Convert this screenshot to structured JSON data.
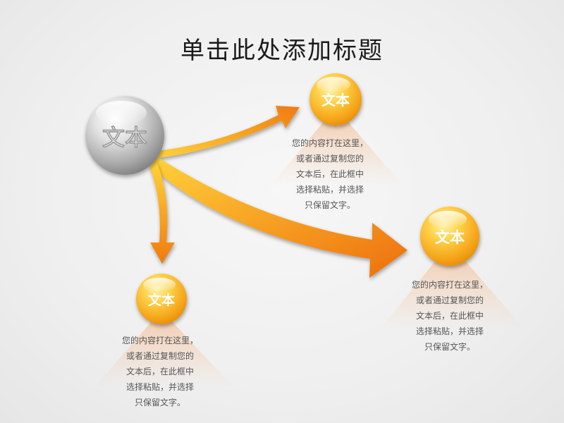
{
  "title": "单击此处添加标题",
  "hub": {
    "label": "文本"
  },
  "nodes": [
    {
      "label": "文本",
      "lines": [
        "您的内容打在这里，",
        "或者通过复制您的",
        "文本后，在此框中",
        "选择粘贴，并选择",
        "只保留文字。"
      ]
    },
    {
      "label": "文本",
      "lines": [
        "您的内容打在这里，",
        "或者通过复制您的",
        "文本后，在此框中",
        "选择粘贴，并选择",
        "只保留文字。"
      ]
    },
    {
      "label": "文本",
      "lines": [
        "您的内容打在这里，",
        "或者通过复制您的",
        "文本后，在此框中",
        "选择粘贴，并选择",
        "只保留文字。"
      ]
    }
  ],
  "colors": {
    "arrow_light": "#ffd23a",
    "arrow_dark": "#f07a10",
    "orb_light": "#ffe27a",
    "orb_dark": "#f29a12",
    "hub_light": "#ffffff",
    "hub_dark": "#8d8d8d"
  }
}
